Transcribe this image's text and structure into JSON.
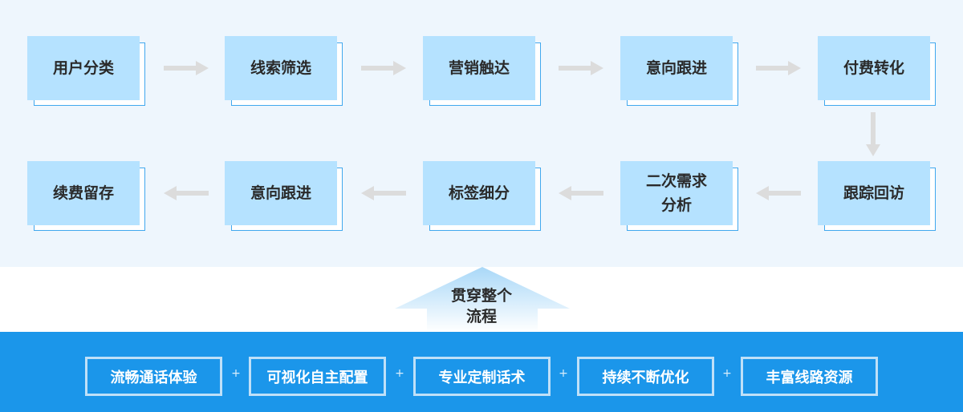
{
  "flow": {
    "row1": [
      "用户分类",
      "线索筛选",
      "营销触达",
      "意向跟进",
      "付费转化"
    ],
    "row2": [
      "跟踪回访",
      "二次需求\n分析",
      "标签细分",
      "意向跟进",
      "续费留存"
    ]
  },
  "center_label": "贯穿整个\n流程",
  "features": [
    "流畅通话体验",
    "可视化自主配置",
    "专业定制话术",
    "持续不断优化",
    "丰富线路资源"
  ],
  "plus_sign": "+",
  "colors": {
    "flow_background": "#eef6fd",
    "step_fill": "#b5e2ff",
    "step_outline": "#41a8ee",
    "arrow": "#dcdcdc",
    "bottom_bar": "#1b96ea",
    "feature_border": "#bfe0f8"
  }
}
